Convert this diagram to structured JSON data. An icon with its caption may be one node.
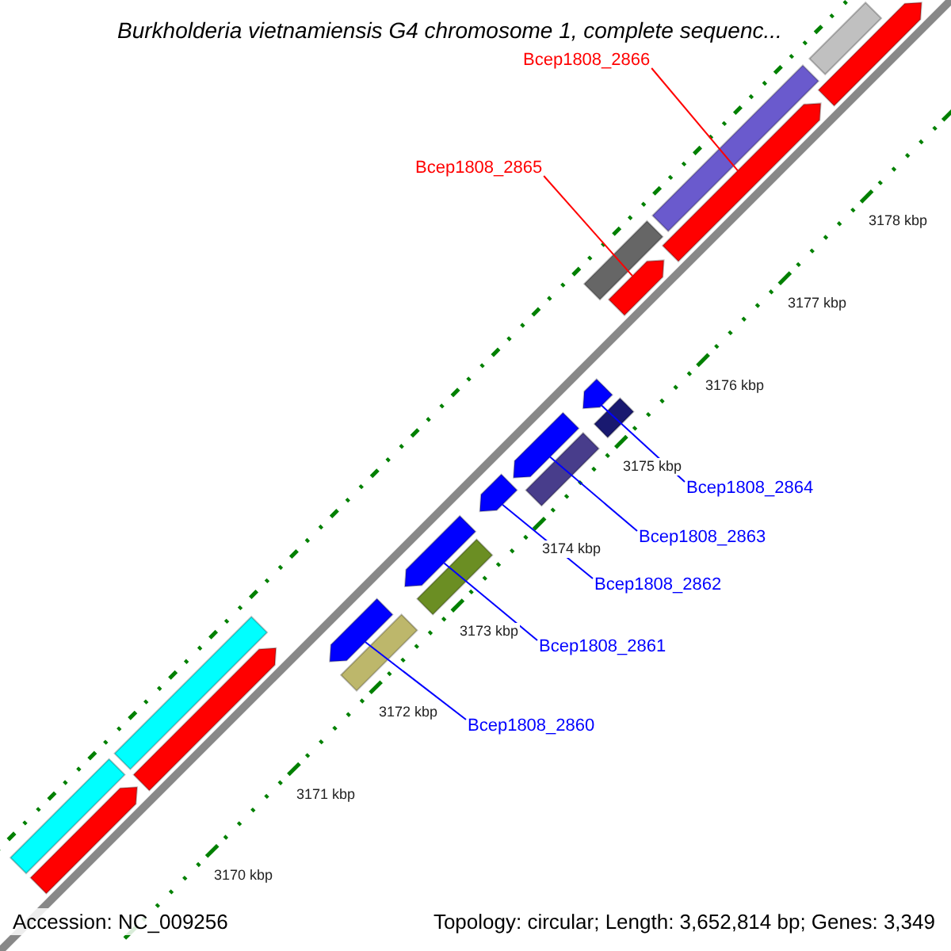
{
  "diagram": {
    "title": "Burkholderia vietnamiensis G4 chromosome 1, complete sequenc...",
    "nodes": [
      {
        "text": [
          "Bcep1808_2866"
        ]
      },
      {
        "text": [],
        "shape": "arrow"
      },
      {
        "text": [
          "Bcep1808_2865"
        ]
      },
      {
        "text": [],
        "shape": "arrow"
      },
      {
        "text": [
          "Bcep1808_2864"
        ]
      },
      {
        "text": [],
        "shape": "arrow"
      },
      {
        "text": [
          "Bcep1808_2863"
        ]
      },
      {
        "text": [],
        "shape": "arrow"
      },
      {
        "text": [
          "Bcep1808_2862"
        ]
      },
      {
        "text": [],
        "shape": "arrow"
      },
      {
        "text": [
          "Bcep1808_2861"
        ]
      },
      {
        "text": [],
        "shape": "arrow"
      },
      {
        "text": [
          "Bcep1808_2860"
        ]
      },
      {
        "text": [],
        "shape": "arrow"
      },
      {
        "text": [],
        "shape": "bar"
      },
      {
        "text": [],
        "shape": "arrow"
      },
      {
        "text": [],
        "shape": "bar"
      },
      {
        "text": [],
        "shape": "bar"
      },
      {
        "text": [],
        "shape": "bar"
      },
      {
        "text": [],
        "shape": "bar"
      },
      {
        "text": [],
        "shape": "bar"
      },
      {
        "text": [],
        "shape": "bar"
      },
      {
        "text": [],
        "shape": "bar"
      },
      {
        "text": [],
        "shape": "arrow"
      },
      {
        "text": [],
        "shape": "bar"
      },
      {
        "text": [],
        "shape": "arrow"
      }
    ],
    "edges": [
      {
        "from": 0,
        "to": 1,
        "arrow": "none",
        "color": "#ff0000"
      },
      {
        "from": 2,
        "to": 3,
        "arrow": "none",
        "color": "#ff0000"
      },
      {
        "from": 4,
        "to": 5,
        "arrow": "none"
      },
      {
        "from": 6,
        "to": 7,
        "arrow": "none"
      },
      {
        "from": 8,
        "to": 9,
        "arrow": "none"
      },
      {
        "from": 10,
        "to": 11,
        "arrow": "none"
      },
      {
        "from": 12,
        "to": 13,
        "arrow": "none"
      }
    ],
    "labels": [
      "3178 kbp",
      "3177 kbp",
      "3176 kbp",
      "3175 kbp",
      "3174 kbp",
      "3173 kbp",
      "3172 kbp",
      "3171 kbp",
      "3170 kbp",
      "Accession: NC_009256",
      "Topology: circular; Length: 3,652,814 bp; Genes: 3,349"
    ]
  }
}
